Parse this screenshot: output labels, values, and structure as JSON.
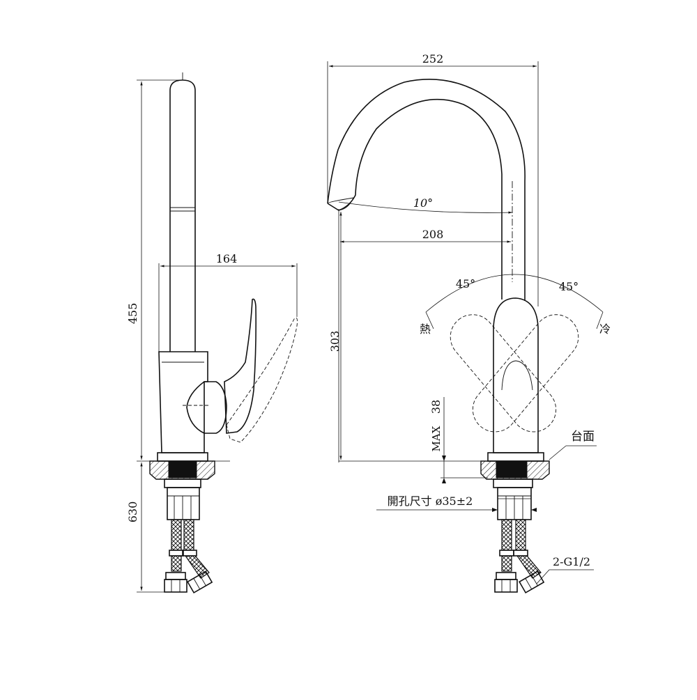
{
  "dimensions": {
    "side_height": "455",
    "side_reach": "164",
    "hose_length": "630",
    "total_width": "252",
    "spout_angle": "10°",
    "spout_reach": "208",
    "spout_height": "303",
    "deck_max_label": "MAX",
    "deck_max_value": "38",
    "left_angle": "45°",
    "right_angle": "45°"
  },
  "labels": {
    "hot": "熱",
    "cold": "冷",
    "countertop": "台面",
    "hole_size": "開孔尺寸 ø35±2",
    "connector": "2-G1/2"
  }
}
